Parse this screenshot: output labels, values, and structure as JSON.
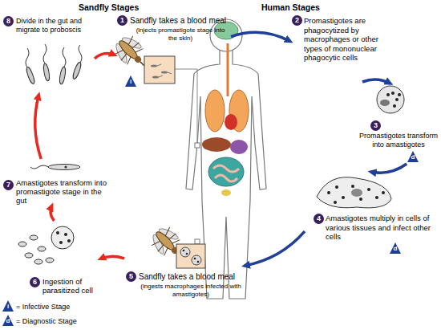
{
  "diagram": {
    "nodes": [
      {
        "text": [
          "1",
          "Sandfly takes a blood meal",
          "(injects promastigote stage into the skin)"
        ]
      },
      {
        "text": [
          "2",
          "Promastigotes are phagocytized by macrophages or other types of mononuclear phagocytic cells"
        ]
      },
      {
        "text": [
          "3",
          "Promastigotes transform into amastigotes"
        ]
      },
      {
        "text": [
          "4",
          "Amastigotes multiply in cells of various tissues and infect other cells"
        ]
      },
      {
        "text": [
          "5",
          "Sandfly takes a blood meal",
          "(ingests macrophages infected with amastigotes)"
        ]
      },
      {
        "text": [
          "6",
          "Ingestion of parasitized cell"
        ]
      },
      {
        "text": [
          "7",
          "Amastigotes transform into promastigote stage in the gut"
        ]
      },
      {
        "text": [
          "8",
          "Divide in the gut and migrate to proboscis"
        ]
      }
    ],
    "edges": [
      {
        "from": 0,
        "to": 1,
        "arrow": "to"
      },
      {
        "from": 1,
        "to": 2,
        "arrow": "to"
      },
      {
        "from": 2,
        "to": 3,
        "arrow": "to"
      },
      {
        "from": 3,
        "to": 4,
        "arrow": "to"
      },
      {
        "from": 4,
        "to": 5,
        "arrow": "to"
      },
      {
        "from": 5,
        "to": 6,
        "arrow": "to"
      },
      {
        "from": 6,
        "to": 7,
        "arrow": "to"
      },
      {
        "from": 7,
        "to": 0,
        "arrow": "to"
      }
    ],
    "labels": [
      "Sandfly Stages",
      "Human Stages",
      "i",
      "d",
      "d",
      "i",
      "d"
    ],
    "legend": [
      {
        "text": "= Infective Stage"
      },
      {
        "text": "= Diagnostic Stage"
      }
    ]
  }
}
